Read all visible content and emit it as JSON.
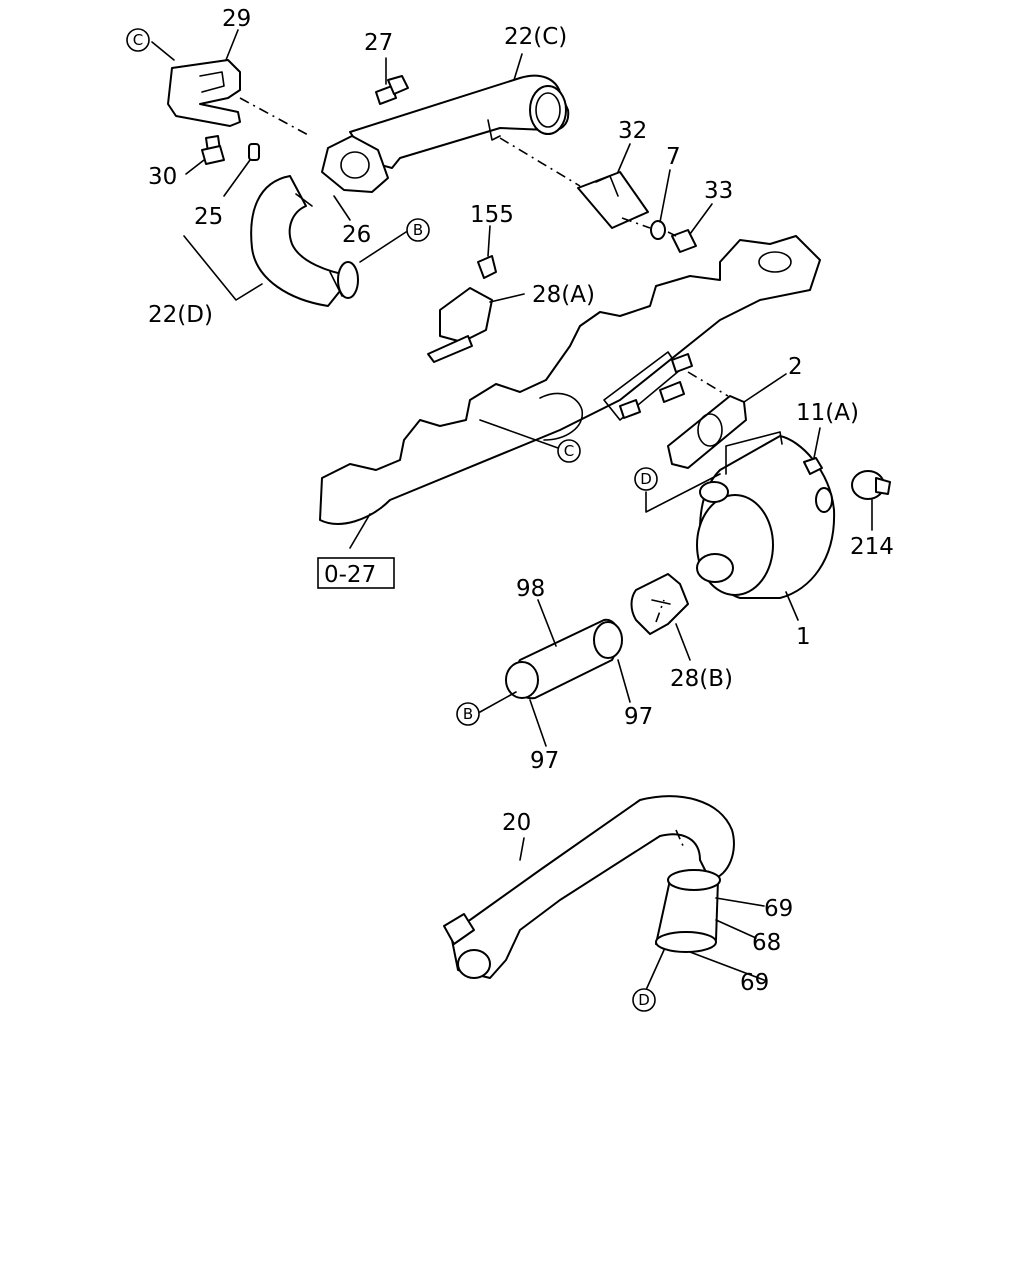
{
  "diagram": {
    "part_labels": [
      {
        "id": "p29",
        "text": "29"
      },
      {
        "id": "p27",
        "text": "27"
      },
      {
        "id": "p22c",
        "text": "22(C)"
      },
      {
        "id": "p30",
        "text": "30"
      },
      {
        "id": "p25",
        "text": "25"
      },
      {
        "id": "p26",
        "text": "26"
      },
      {
        "id": "p22d",
        "text": "22(D)"
      },
      {
        "id": "p155",
        "text": "155"
      },
      {
        "id": "p28a",
        "text": "28(A)"
      },
      {
        "id": "p32",
        "text": "32"
      },
      {
        "id": "p7",
        "text": "7"
      },
      {
        "id": "p33",
        "text": "33"
      },
      {
        "id": "p2",
        "text": "2"
      },
      {
        "id": "p11a",
        "text": "11(A)"
      },
      {
        "id": "p214",
        "text": "214"
      },
      {
        "id": "p1",
        "text": "1"
      },
      {
        "id": "p98",
        "text": "98"
      },
      {
        "id": "p28b",
        "text": "28(B)"
      },
      {
        "id": "p97a",
        "text": "97"
      },
      {
        "id": "p97b",
        "text": "97"
      },
      {
        "id": "p20",
        "text": "20"
      },
      {
        "id": "p69a",
        "text": "69"
      },
      {
        "id": "p68",
        "text": "68"
      },
      {
        "id": "p69b",
        "text": "69"
      }
    ],
    "reference_box": "0-27",
    "connector_marks": {
      "c_top": "C",
      "c_mid": "C",
      "b_top": "B",
      "b_bottom": "B",
      "d_mid": "D",
      "d_bottom": "D"
    }
  }
}
